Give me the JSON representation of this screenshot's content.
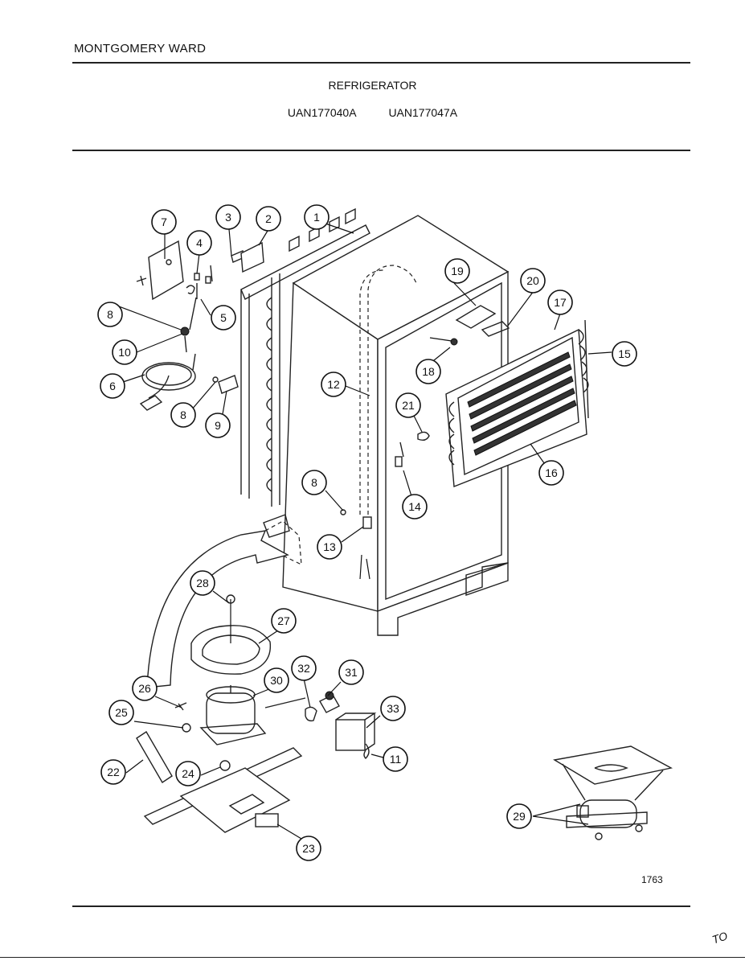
{
  "header": {
    "brand": "MONTGOMERY WARD",
    "product": "REFRIGERATOR",
    "models": [
      "UAN177040A",
      "UAN177047A"
    ]
  },
  "diagram_number": "1763",
  "handwritten_mark": "TO",
  "callouts": [
    {
      "id": "c1",
      "label": "1"
    },
    {
      "id": "c2",
      "label": "2"
    },
    {
      "id": "c3",
      "label": "3"
    },
    {
      "id": "c4",
      "label": "4"
    },
    {
      "id": "c5",
      "label": "5"
    },
    {
      "id": "c6",
      "label": "6"
    },
    {
      "id": "c7",
      "label": "7"
    },
    {
      "id": "c8a",
      "label": "8"
    },
    {
      "id": "c8b",
      "label": "8"
    },
    {
      "id": "c8c",
      "label": "8"
    },
    {
      "id": "c9",
      "label": "9"
    },
    {
      "id": "c10",
      "label": "10"
    },
    {
      "id": "c11",
      "label": "11"
    },
    {
      "id": "c12",
      "label": "12"
    },
    {
      "id": "c13",
      "label": "13"
    },
    {
      "id": "c14",
      "label": "14"
    },
    {
      "id": "c15",
      "label": "15"
    },
    {
      "id": "c16",
      "label": "16"
    },
    {
      "id": "c17",
      "label": "17"
    },
    {
      "id": "c18",
      "label": "18"
    },
    {
      "id": "c19",
      "label": "19"
    },
    {
      "id": "c20",
      "label": "20"
    },
    {
      "id": "c21",
      "label": "21"
    },
    {
      "id": "c22",
      "label": "22"
    },
    {
      "id": "c23",
      "label": "23"
    },
    {
      "id": "c24",
      "label": "24"
    },
    {
      "id": "c25",
      "label": "25"
    },
    {
      "id": "c26",
      "label": "26"
    },
    {
      "id": "c27",
      "label": "27"
    },
    {
      "id": "c28",
      "label": "28"
    },
    {
      "id": "c29",
      "label": "29"
    },
    {
      "id": "c30",
      "label": "30"
    },
    {
      "id": "c31",
      "label": "31"
    },
    {
      "id": "c32",
      "label": "32"
    },
    {
      "id": "c33",
      "label": "33"
    }
  ]
}
